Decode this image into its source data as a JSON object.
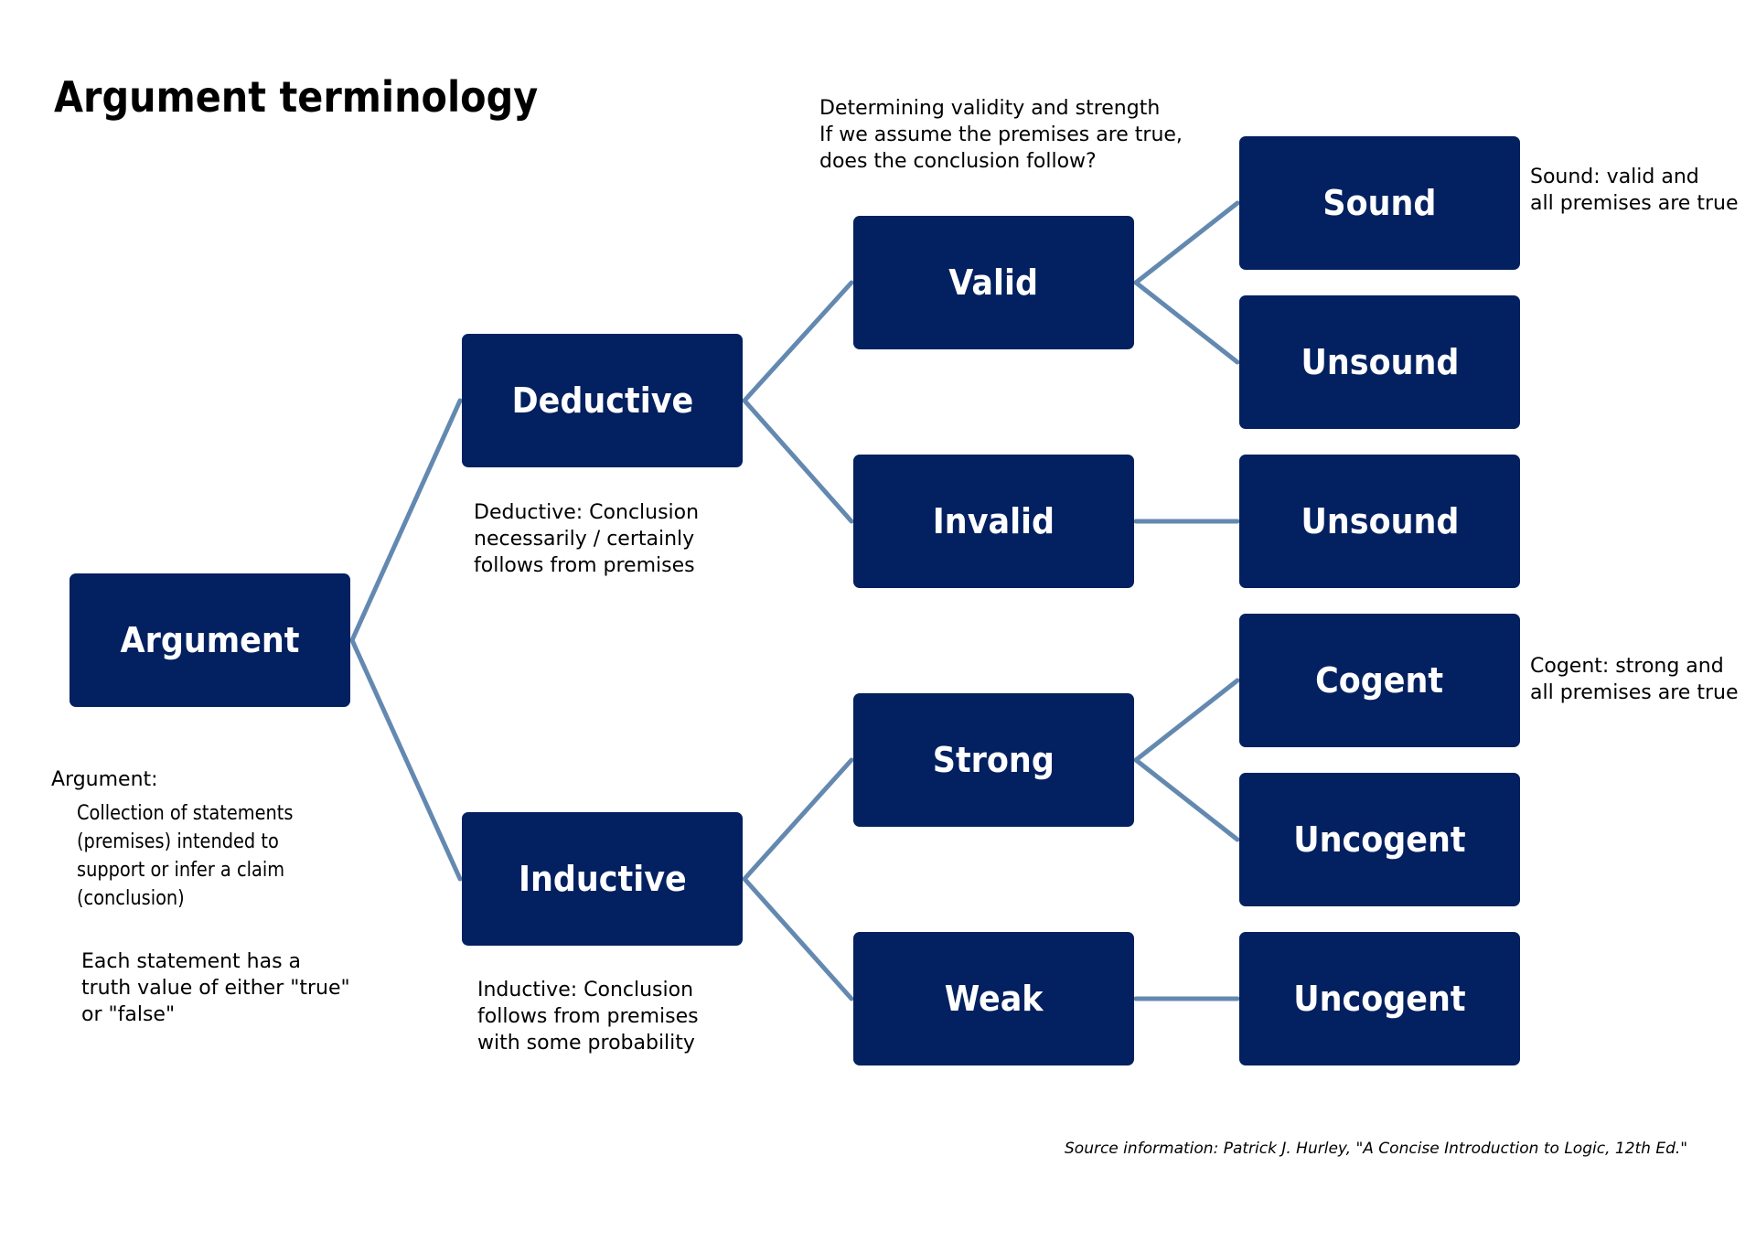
{
  "title": "Argument terminology",
  "colors": {
    "node_fill": "#032060",
    "node_text": "#ffffff",
    "connector": "#6489b0",
    "text": "#000000"
  },
  "nodes": {
    "argument": "Argument",
    "deductive": "Deductive",
    "inductive": "Inductive",
    "valid": "Valid",
    "invalid": "Invalid",
    "strong": "Strong",
    "weak": "Weak",
    "sound": "Sound",
    "unsound_valid": "Unsound",
    "unsound_invalid": "Unsound",
    "cogent": "Cogent",
    "uncogent_strong": "Uncogent",
    "uncogent_weak": "Uncogent"
  },
  "notes": {
    "validity": [
      "Determining validity and strength",
      "If we assume the premises are true,",
      "does the conclusion follow?"
    ],
    "sound": [
      "Sound: valid and",
      "all premises are true"
    ],
    "cogent": [
      "Cogent: strong and",
      "all premises are true"
    ],
    "deductive": [
      "Deductive: Conclusion",
      "necessarily / certainly",
      "follows from premises"
    ],
    "inductive": [
      "Inductive: Conclusion",
      "follows from premises",
      "with some probability"
    ],
    "argument_heading": "Argument:",
    "argument_definition": [
      "Collection of statements",
      "(premises) intended to",
      "support or infer a claim",
      "(conclusion)"
    ],
    "truth_value": [
      "Each statement has a",
      "truth value of either \"true\"",
      "or \"false\""
    ]
  },
  "source": "Source information: Patrick J. Hurley, \"A Concise Introduction to Logic, 12th Ed.\"",
  "edges": [
    [
      "argument",
      "deductive"
    ],
    [
      "argument",
      "inductive"
    ],
    [
      "deductive",
      "valid"
    ],
    [
      "deductive",
      "invalid"
    ],
    [
      "inductive",
      "strong"
    ],
    [
      "inductive",
      "weak"
    ],
    [
      "valid",
      "sound"
    ],
    [
      "valid",
      "unsound_valid"
    ],
    [
      "invalid",
      "unsound_invalid"
    ],
    [
      "strong",
      "cogent"
    ],
    [
      "strong",
      "uncogent_strong"
    ],
    [
      "weak",
      "uncogent_weak"
    ]
  ]
}
